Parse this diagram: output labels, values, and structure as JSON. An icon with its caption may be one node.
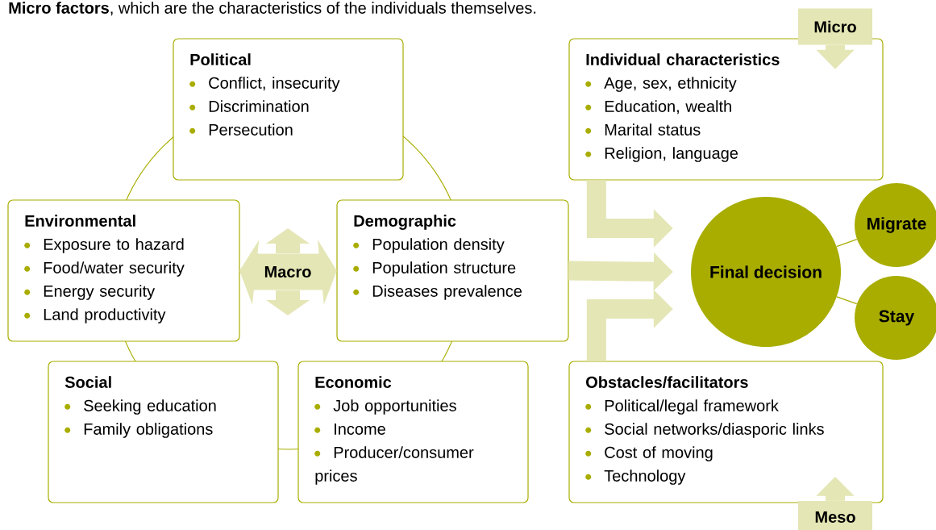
{
  "diagram": {
    "nodes": [
      {
        "text": [
          "Political",
          "Conflict, insecurity",
          "Discrimination",
          "Persecution"
        ]
      },
      {
        "text": [
          "Environmental",
          "Exposure to hazard",
          "Food/water security",
          "Energy security",
          "Land productivity"
        ]
      },
      {
        "text": [
          "Macro"
        ]
      },
      {
        "text": [
          "Demographic",
          "Population density",
          "Population structure",
          "Diseases prevalence"
        ]
      },
      {
        "text": [
          "Social",
          "Seeking education",
          "Family obligations"
        ]
      },
      {
        "text": [
          "Economic",
          "Job opportunities",
          "Income",
          "Producer/consumer prices"
        ]
      },
      {
        "text": [
          "Individual characteristics",
          "Age, sex, ethnicity",
          "Education, wealth",
          "Marital status",
          "Religion, language"
        ]
      },
      {
        "text": [
          "Micro"
        ]
      },
      {
        "text": [
          "Final decision"
        ]
      },
      {
        "text": [
          "Migrate"
        ]
      },
      {
        "text": [
          "Stay"
        ]
      },
      {
        "text": [
          "Obstacles/facilitators",
          "Political/legal framework",
          "Social networks/diasporic links",
          "Cost of moving",
          "Technology"
        ]
      },
      {
        "text": [
          "Meso"
        ]
      }
    ],
    "edges": [
      {
        "from": 2,
        "to": 1,
        "arrow": "to"
      },
      {
        "from": 2,
        "to": 3,
        "arrow": "to"
      },
      {
        "from": 7,
        "to": 6,
        "arrow": "to"
      },
      {
        "from": 6,
        "to": 8,
        "arrow": "to"
      },
      {
        "from": 3,
        "to": 8,
        "arrow": "to"
      },
      {
        "from": 11,
        "to": 8,
        "arrow": "to"
      },
      {
        "from": 8,
        "to": 9,
        "arrow": "none",
        "color": "#a8ad00"
      },
      {
        "from": 8,
        "to": 10,
        "arrow": "none",
        "color": "#a8ad00"
      },
      {
        "from": 12,
        "to": 11,
        "arrow": "to"
      }
    ],
    "labels": [
      "**Micro factors**, which are the characteristics of the individuals themselves."
    ]
  }
}
